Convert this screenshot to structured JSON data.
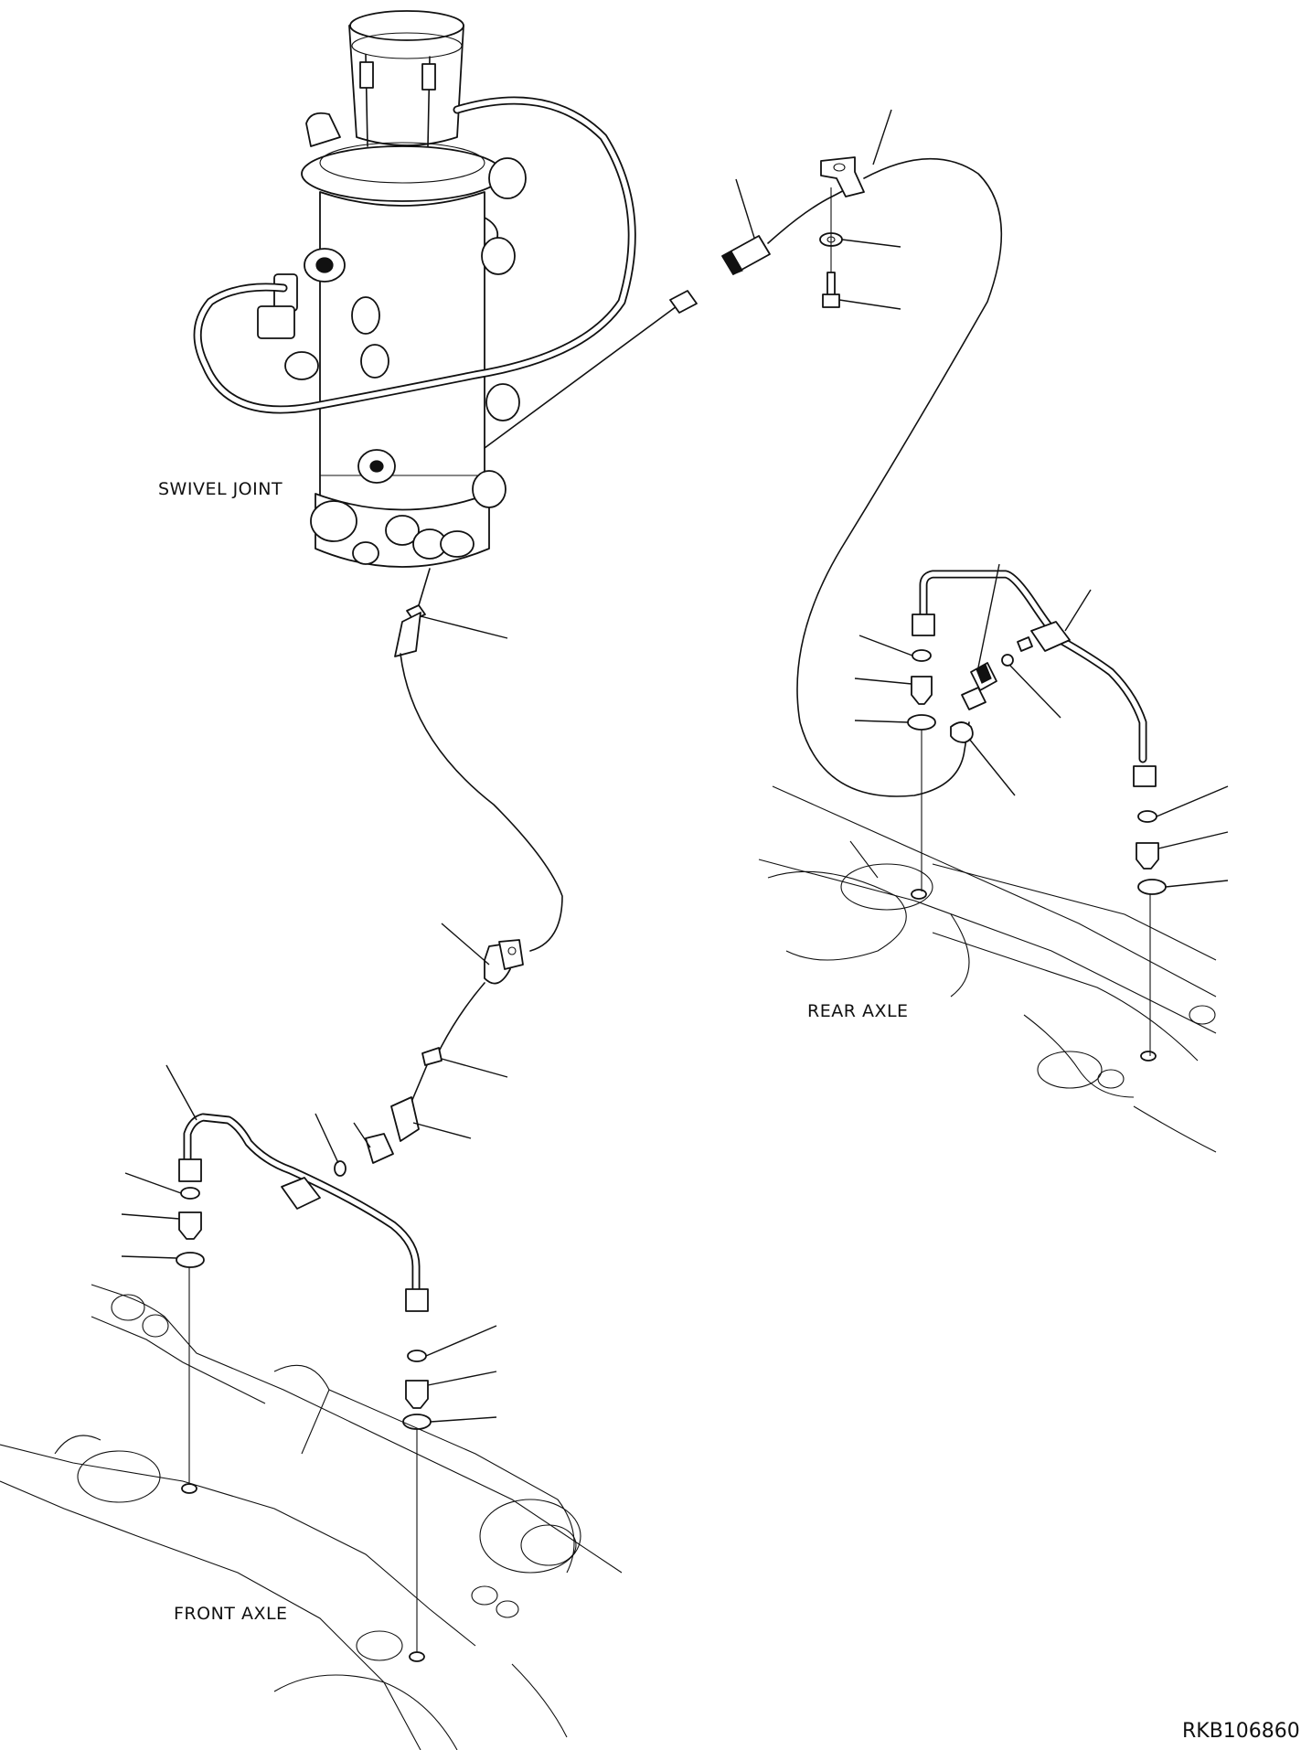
{
  "labels": {
    "swivel_joint": "SWIVEL JOINT",
    "rear_axle": "REAR AXLE",
    "front_axle": "FRONT AXLE"
  },
  "drawing_code": "RKB106860"
}
